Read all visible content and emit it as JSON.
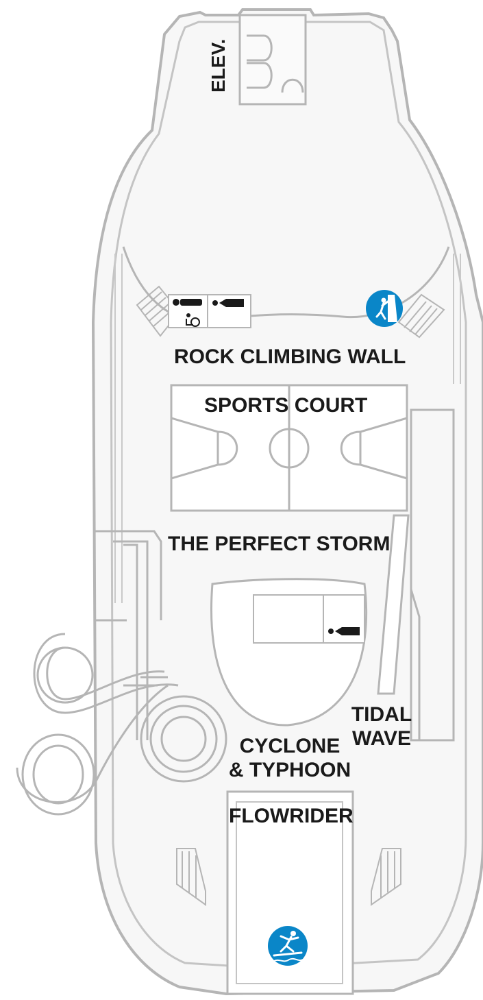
{
  "deck_plan": {
    "labels": {
      "elevator": "ELEV.",
      "rock_climbing_wall": "ROCK CLIMBING WALL",
      "sports_court": "SPORTS COURT",
      "perfect_storm": "THE PERFECT STORM",
      "tidal_wave_line1": "TIDAL",
      "tidal_wave_line2": "WAVE",
      "cyclone_line1": "CYCLONE",
      "cyclone_line2": "& TYPHOON",
      "flowrider": "FLOWRIDER"
    },
    "icons": {
      "restroom_accessible": "restroom-accessible-icon",
      "restroom": "restroom-icon",
      "rock_climbing": "rock-climbing-icon",
      "surfing": "surfing-icon"
    },
    "colors": {
      "outline": "#b5b5b5",
      "deck_fill": "#f7f7f7",
      "icon_blue": "#0a86c8",
      "text": "#1a1a1a"
    }
  }
}
